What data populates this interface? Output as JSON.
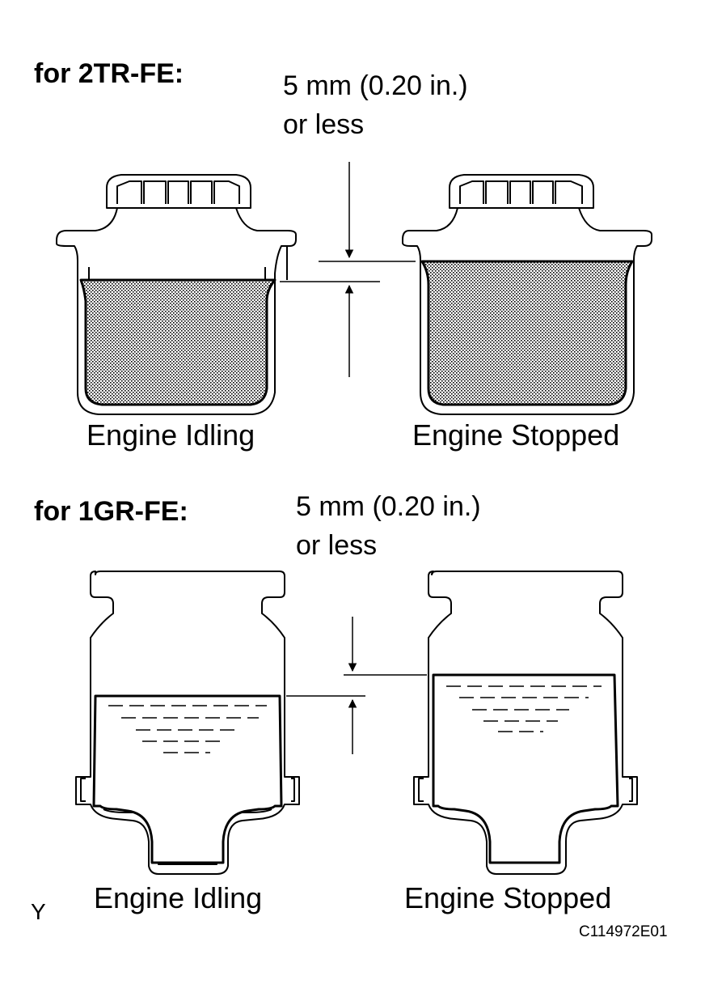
{
  "sections": [
    {
      "engine_label": "for 2TR-FE:",
      "spec": "5 mm (0.20 in.)\nor less",
      "caption_left": "Engine Idling",
      "caption_right": "Engine Stopped"
    },
    {
      "engine_label": "for 1GR-FE:",
      "spec": "5 mm (0.20 in.)\nor less",
      "caption_left": "Engine Idling",
      "caption_right": "Engine Stopped"
    }
  ],
  "corner_mark": "Y",
  "figure_id": "C114972E01",
  "colors": {
    "ink": "#000000",
    "paper": "#ffffff",
    "fluid_fill": "#bdbdbd"
  }
}
